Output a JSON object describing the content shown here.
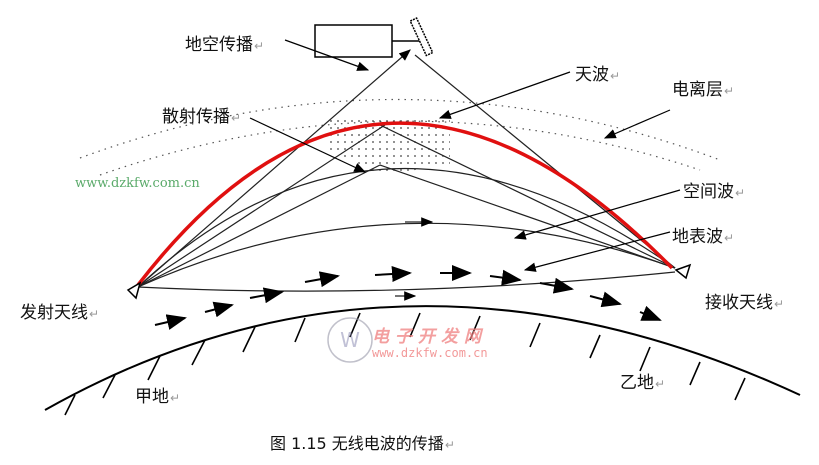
{
  "labels": {
    "ground_space": "地空传播",
    "sky_wave": "天波",
    "ionosphere": "电离层",
    "scatter": "散射传播",
    "space_wave": "空间波",
    "ground_wave": "地表波",
    "tx_antenna": "发射天线",
    "rx_antenna": "接收天线",
    "place_a": "甲地",
    "place_b": "乙地"
  },
  "caption": "图 1.15  无线电波的传播",
  "watermarks": {
    "url_green": "www.dzkfw.com.cn",
    "site_name": "电子开发网",
    "url_pink": "www.dzkfw.com.cn"
  },
  "colors": {
    "sky_wave": "#e01010",
    "url_green": "#5aaa6a",
    "watermark_pink": "#f08080"
  }
}
